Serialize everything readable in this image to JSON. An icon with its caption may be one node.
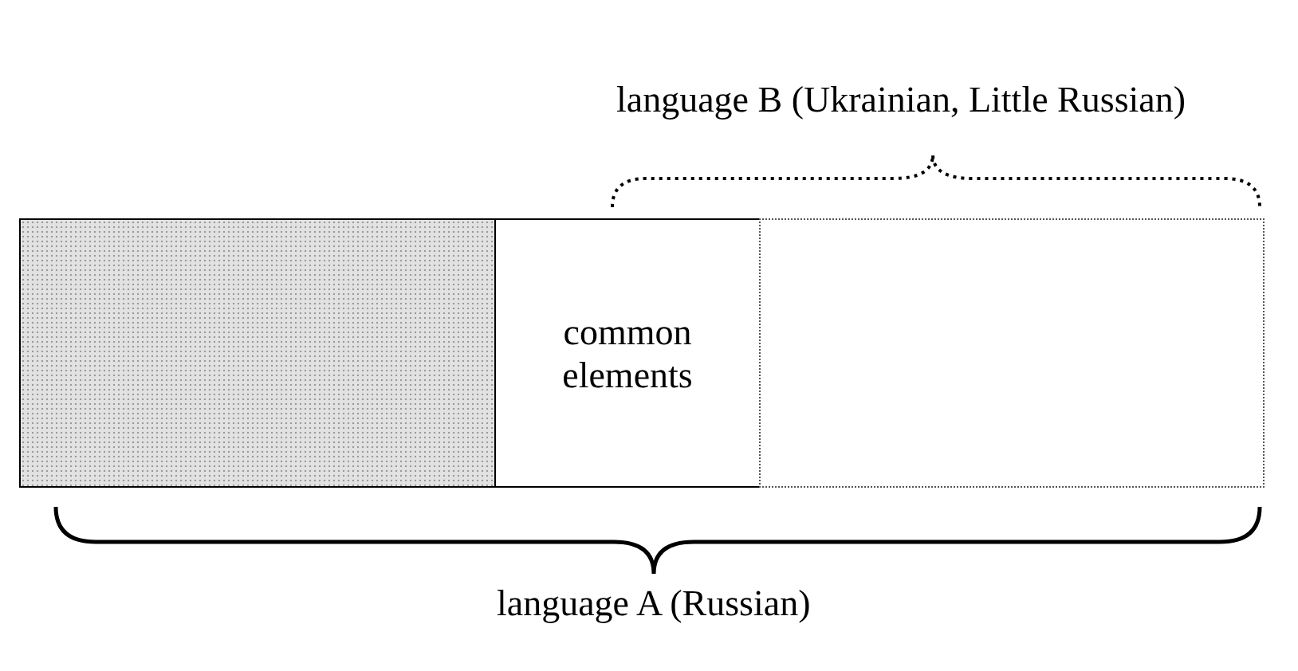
{
  "diagram": {
    "nodes": [
      {
        "text": [],
        "shape": "box"
      },
      {
        "text": [
          "common elements"
        ]
      },
      {
        "text": [],
        "shape": "box"
      }
    ],
    "labels": [
      "language B (Ukrainian, Little Russian)",
      "language A (Russian)"
    ]
  }
}
